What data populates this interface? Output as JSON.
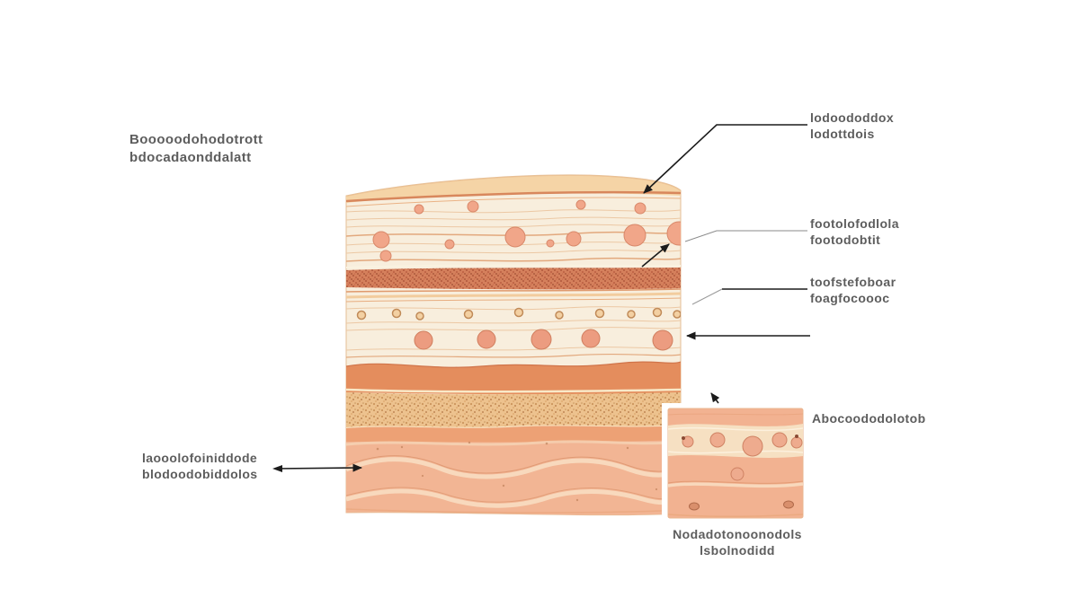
{
  "page": {
    "background": "#ffffff"
  },
  "labels": {
    "top_left": {
      "line1": "Booooodohodotrott",
      "line2": "bdocadaonddalatt"
    },
    "right_1": {
      "line1": "lodoododdox",
      "line2": "lodottdois"
    },
    "right_2": {
      "line1": "footolofodlola",
      "line2": "footodobtit"
    },
    "right_3": {
      "line1": "toofstefoboar",
      "line2": "foagfocoooc"
    },
    "inset_side": {
      "line1": "Abocoododolotob"
    },
    "left": {
      "line1": "laooolofoiniddode",
      "line2": "blodoodobiddolos"
    },
    "inset_caption": {
      "line1": "Nodadotonoonodols",
      "line2": "lsbolnodidd"
    }
  },
  "diagram": {
    "type": "skin-cross-section-illustration",
    "colors": {
      "cap": "#f5d4a6",
      "stratum_cream": "#f8eedd",
      "cell_pink": "#f1a689",
      "granular_red": "#d5805c",
      "ring_cell": "#f3d0a2",
      "large_cell": "#ec9c80",
      "orange_band": "#e48d5d",
      "golden_band": "#edc28e",
      "dermis_pink": "#f2b594",
      "dermis_wave": "#f8d9bd",
      "inset_pink": "#f2b291",
      "arrow": "#1b1b1b"
    }
  }
}
